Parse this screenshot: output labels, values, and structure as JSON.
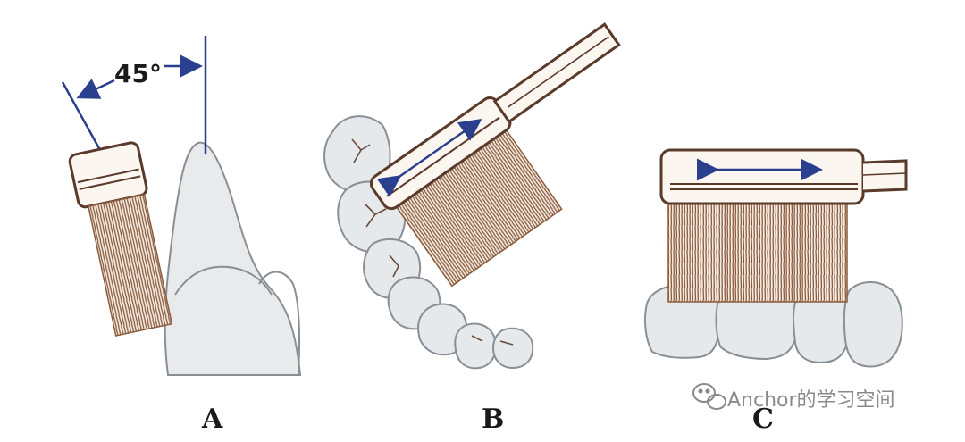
{
  "angle_label": "45°",
  "panels": [
    {
      "label": "A"
    },
    {
      "label": "B"
    },
    {
      "label": "C"
    }
  ],
  "watermark": {
    "text": "Anchor的学习空间",
    "icon": "wechat-icon"
  },
  "colors": {
    "outline": "#5a3a2a",
    "bristle": "#8a5a3a",
    "arrow": "#2b3f8f",
    "tooth_fill": "#e8eaec",
    "tooth_stroke": "#8a8f95",
    "watermark": "#8a8a8a"
  }
}
